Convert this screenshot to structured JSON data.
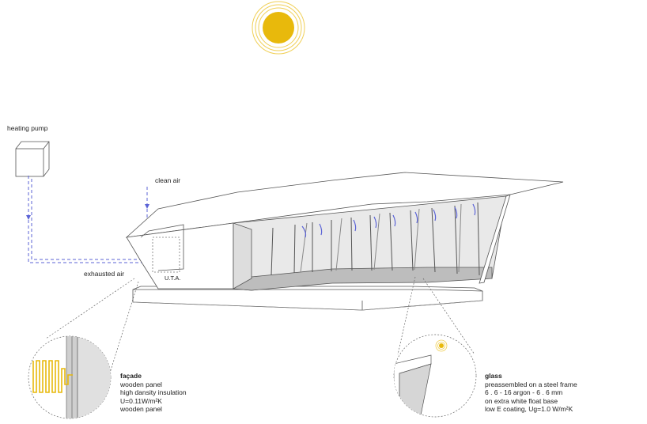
{
  "labels": {
    "heating_pump": "heating pump",
    "clean_air": "clean air",
    "exhausted_air": "exhausted air",
    "uta": "U.T.A."
  },
  "facade": {
    "title": "façade",
    "lines": [
      "wooden panel",
      "high dansity insulation",
      "U=0.11W/m²K",
      "wooden panel"
    ]
  },
  "glass": {
    "title": "glass",
    "lines": [
      "preassembled on a steel frame",
      "6 . 6 - 16 argon - 6 . 6 mm",
      "on extra white float base",
      "low E coating, Ug=1.0 W/m²K"
    ]
  },
  "colors": {
    "sun": "#e8b90c",
    "sun_ring": "#f0cf55",
    "airflow": "#5b63d6",
    "line": "#555555",
    "glass_fill": "#bdbdbd",
    "panel_fill": "#d6d6d6"
  }
}
